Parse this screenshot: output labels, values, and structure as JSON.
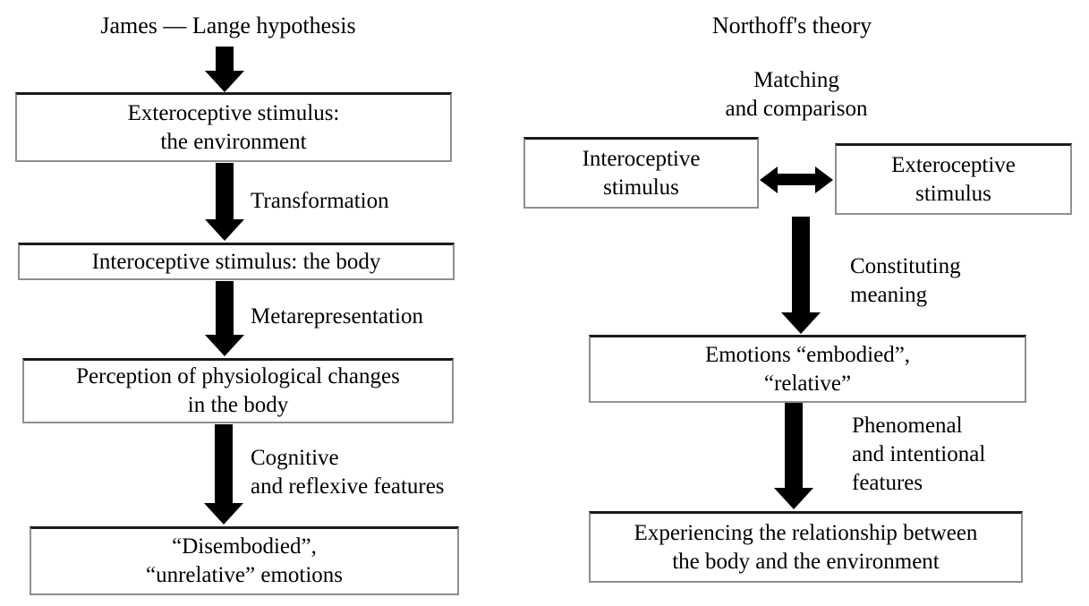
{
  "colors": {
    "arrow": "#000000",
    "border_dark": "#1a1a1a",
    "border_gray": "#8f8f8f",
    "background": "#ffffff",
    "text": "#000000"
  },
  "left_flow": {
    "title": "James — Lange hypothesis",
    "box1": {
      "line1": "Exteroceptive stimulus:",
      "line2": "the environment"
    },
    "arrow1_label": "Transformation",
    "box2": {
      "line1": "Interoceptive stimulus: the body"
    },
    "arrow2_label": "Metarepresentation",
    "box3": {
      "line1": "Perception of physiological changes",
      "line2": "in the body"
    },
    "arrow3_label": {
      "line1": "Cognitive",
      "line2": "and reflexive features"
    },
    "box4": {
      "line1": "“Disembodied”,",
      "line2": "“unrelative” emotions"
    }
  },
  "right_flow": {
    "title": "Northoff's theory",
    "top_label": {
      "line1": "Matching",
      "line2": "and comparison"
    },
    "box_intero": {
      "line1": "Interoceptive",
      "line2": "stimulus"
    },
    "box_extero": {
      "line1": "Exteroceptive",
      "line2": "stimulus"
    },
    "arrow1_label": {
      "line1": "Constituting",
      "line2": "meaning"
    },
    "box_emotions": {
      "line1": "Emotions “embodied”,",
      "line2": "“relative”"
    },
    "arrow2_label": {
      "line1": "Phenomenal",
      "line2": "and intentional",
      "line3": "features"
    },
    "box_experience": {
      "line1": "Experiencing the relationship between",
      "line2": "the body and the environment"
    }
  }
}
